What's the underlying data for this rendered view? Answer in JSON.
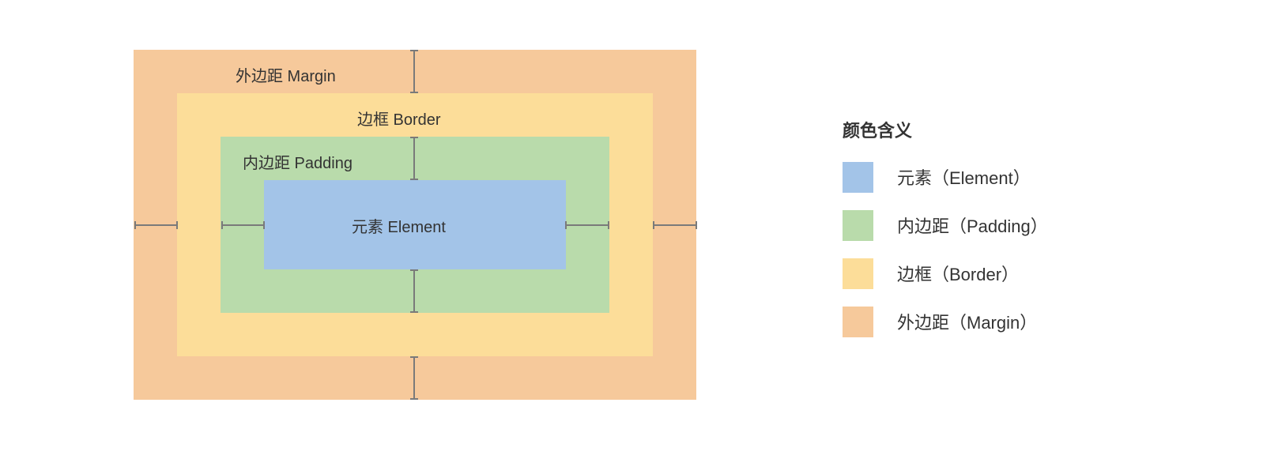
{
  "diagram": {
    "margin_label": "外边距 Margin",
    "border_label": "边框 Border",
    "padding_label": "内边距 Padding",
    "element_label": "元素 Element"
  },
  "legend": {
    "title": "颜色含义",
    "items": [
      {
        "label": "元素（Element）",
        "color": "#a3c4e8"
      },
      {
        "label": "内边距（Padding）",
        "color": "#b9dbab"
      },
      {
        "label": "边框（Border）",
        "color": "#fcdd99"
      },
      {
        "label": "外边距（Margin）",
        "color": "#f6c99b"
      }
    ]
  }
}
